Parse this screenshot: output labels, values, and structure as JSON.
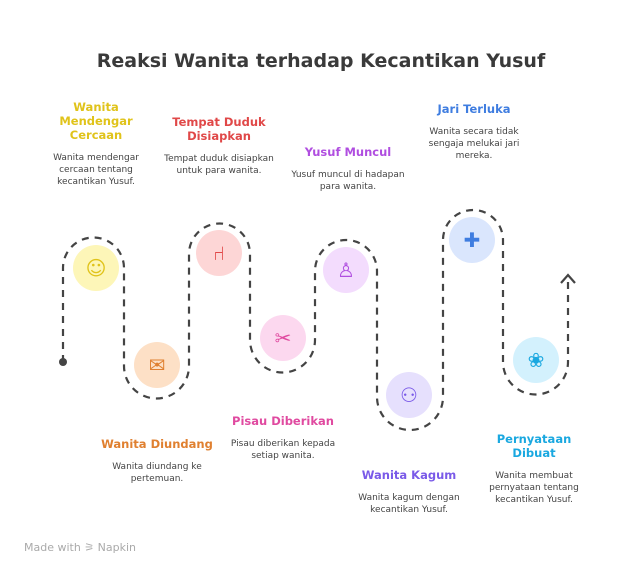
{
  "title": "Reaksi Wanita terhadap Kecantikan Yusuf",
  "steps": [
    {
      "title": "Wanita Mendengar Cercaan",
      "desc": "Wanita mendengar cercaan tentang kecantikan Yusuf.",
      "color": "#e0c31a",
      "bg": "#fdf6b8",
      "icon": "person-chat-icon"
    },
    {
      "title": "Wanita Diundang",
      "desc": "Wanita diundang ke pertemuan.",
      "color": "#e08030",
      "bg": "#fde0c6",
      "icon": "envelope-invite-icon"
    },
    {
      "title": "Tempat Duduk Disiapkan",
      "desc": "Tempat duduk disiapkan untuk para wanita.",
      "color": "#e04848",
      "bg": "#fdd6d6",
      "icon": "seat-icon"
    },
    {
      "title": "Pisau Diberikan",
      "desc": "Pisau diberikan kepada setiap wanita.",
      "color": "#e04aa0",
      "bg": "#fcd8ef",
      "icon": "knife-icon"
    },
    {
      "title": "Yusuf Muncul",
      "desc": "Yusuf muncul di hadapan para wanita.",
      "color": "#b04ee0",
      "bg": "#f3dcfd",
      "icon": "person-sitting-icon"
    },
    {
      "title": "Wanita Kagum",
      "desc": "Wanita kagum dengan kecantikan Yusuf.",
      "color": "#7a5ae8",
      "bg": "#e6e0fd",
      "icon": "group-icon"
    },
    {
      "title": "Jari Terluka",
      "desc": "Wanita secara tidak sengaja melukai jari mereka.",
      "color": "#3f7de0",
      "bg": "#dae6fd",
      "icon": "bandage-icon"
    },
    {
      "title": "Pernyataan Dibuat",
      "desc": "Wanita membuat pernyataan tentang kecantikan Yusuf.",
      "color": "#1aa8e0",
      "bg": "#d3f1fd",
      "icon": "flower-icon"
    }
  ],
  "footer": "Made with ⚞ Napkin"
}
